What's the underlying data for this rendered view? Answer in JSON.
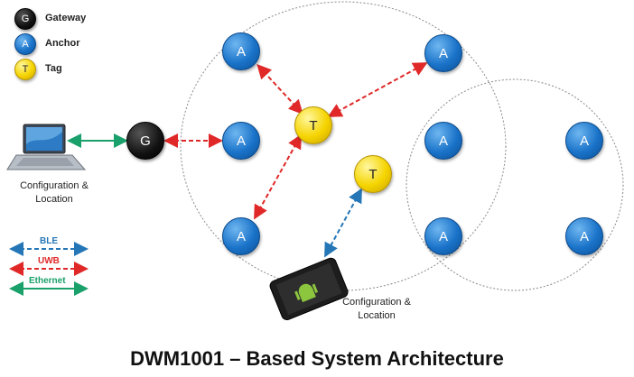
{
  "legend": {
    "gateway": {
      "letter": "G",
      "label": "Gateway"
    },
    "anchor": {
      "letter": "A",
      "label": "Anchor"
    },
    "tag": {
      "letter": "T",
      "label": "Tag"
    }
  },
  "link_legend": {
    "ble": {
      "label": "BLE",
      "color": "#2476b6"
    },
    "uwb": {
      "label": "UWB",
      "color": "#e02828"
    },
    "ethernet": {
      "label": "Ethernet",
      "color": "#1aa06a"
    }
  },
  "nodes": {
    "anchor_letter": "A",
    "tag_letter": "T",
    "gateway_letter": "G"
  },
  "captions": {
    "laptop": "Configuration & Location",
    "tablet": "Configuration & Location"
  },
  "title": "DWM1001 – Based System Architecture"
}
